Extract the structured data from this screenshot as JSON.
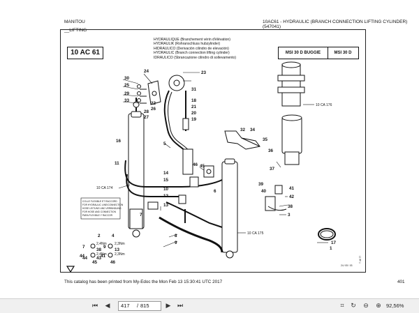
{
  "header": {
    "brand": "MANITOU",
    "section": "__LIFTING",
    "doc_title": "10AC61 - HYDRAULIC (BRANCH CONNECTION LIFTING CYLINDER) (547041)"
  },
  "plate": {
    "ref": "10 AC 61",
    "titles": [
      "HYDRAULIQUE (Branchement vérin d'élévation)",
      "HYDRAULIK (Rohranschluss hubzylinder)",
      "HIDRAULICO (Derivación cilindro de elevación)",
      "HYDRAULIC (Branch connection lifting cylinder)",
      "IDRAULICO (Sbrancazione cilindro di sollevamento)"
    ],
    "models": [
      "MSI 30 D BUGGIE",
      "MSI 30 D"
    ],
    "cross_refs": [
      "10 CA 176",
      "10 CA 174",
      "10 CA 175"
    ],
    "part_numbers": [
      "24",
      "23",
      "30",
      "25",
      "31",
      "29",
      "33",
      "22",
      "26",
      "28",
      "27",
      "18",
      "21",
      "20",
      "19",
      "32",
      "34",
      "35",
      "16",
      "5",
      "36",
      "37",
      "11",
      "46",
      "14",
      "45",
      "15",
      "39",
      "10",
      "40",
      "12",
      "6",
      "41",
      "42",
      "13",
      "7",
      "38",
      "8",
      "9",
      "3",
      "17",
      "1",
      "2",
      "43",
      "44",
      "4"
    ],
    "note": [
      "COLLE FLEXIBLE ET RACCORD",
      "FOR HYDRAULIC LINE/CONNECTION",
      "HOSE LEITUNG UND VERBINDUNG",
      "FOR HOSE AND CONNECTION",
      "PARA FLEXIBLE Y RACCOR"
    ],
    "legend": [
      {
        "left": "7",
        "code": "2,4Nm",
        "right": "38"
      },
      {
        "left": "9",
        "code": "2,3Nm",
        "right": "13"
      },
      {
        "left": "44",
        "code": "2,4Nm",
        "right": "45"
      },
      {
        "left": "41",
        "code": "2,3Nm",
        "right": "46"
      }
    ],
    "date_code": "24 / 05 / 03",
    "rotated_code": "T 46 77"
  },
  "footer": {
    "printed_text": "This catalog has been printed from My-Edoc the   Mon Feb 13 15:30:41 UTC 2017",
    "page_number": "401"
  },
  "toolbar": {
    "current_page": "417",
    "total_pages": "815",
    "separator": "/",
    "zoom": "92,56%"
  }
}
